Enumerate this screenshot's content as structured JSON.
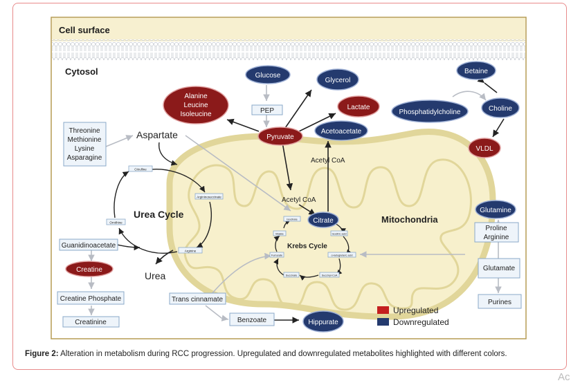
{
  "labels": {
    "cell_surface": "Cell surface",
    "cytosol": "Cytosol",
    "mitochondria": "Mitochondria",
    "urea_cycle": "Urea Cycle",
    "urea": "Urea",
    "krebs_cycle": "Krebs Cycle",
    "aspartate": "Aspartate",
    "acetyl_coa_top": "Acetyl CoA",
    "acetyl_coa_mid": "Acetyl CoA"
  },
  "nodes": {
    "glucose": "Glucose",
    "pep": "PEP",
    "pyruvate": "Pyruvate",
    "glycerol": "Glycerol",
    "lactate": "Lactate",
    "acetoacetate": "Acetoacetate",
    "aminoacids_up": [
      "Alanine",
      "Leucine",
      "Isoleucine"
    ],
    "betaine": "Betaine",
    "phosphatidylcholine": "Phosphatidylcholine",
    "choline": "Choline",
    "vldl": "VLDL",
    "aminoacids_box": [
      "Threonine",
      "Methionine",
      "Lysine",
      "Asparagine"
    ],
    "citrate": "Citrate",
    "glutamine": "Glutamine",
    "proline_arginine": [
      "Proline",
      "Arginine"
    ],
    "glutamate": "Glutamate",
    "purines": "Purines",
    "guanidinoacetate": "Guanidinoacetate",
    "creatine": "Creatine",
    "creatine_phosphate": "Creatine Phosphate",
    "creatinine": "Creatinine",
    "trans_cinnamate": "Trans cinnamate",
    "benzoate": "Benzoate",
    "hippurate": "Hippurate"
  },
  "urea_small": {
    "citrulline": "Citrulline",
    "argininosuccinate": "Argininosuccinate",
    "ornithine": "Ornithine",
    "arginine": "Arginine"
  },
  "krebs_small": {
    "isocitrate": "Isocitrate",
    "malate": "Malate",
    "isocitric_acid": "Isocitric acid",
    "fumarate": "Fumarate",
    "ketoglutaric_acid": "α-ketoglutaric acid",
    "succinate": "Succinate",
    "succinyl_coa": "Succinyl-CoA"
  },
  "legend": {
    "upregulated": "Upregulated",
    "downregulated": "Downregulated"
  },
  "colors": {
    "upregulated": "#8b1a1a",
    "downregulated": "#243a6e",
    "membrane_bg": "#f7f0d0",
    "mito_fill": "#f7f0cc",
    "mito_border": "#e1d69a",
    "box_border": "#8aa8c8",
    "box_fill": "#eef4fa"
  },
  "caption": {
    "label": "Figure 2:",
    "text": "Alteration in metabolism during RCC progression. Upregulated and downregulated metabolites highlighted with different colors."
  },
  "corner_text": "Ac"
}
